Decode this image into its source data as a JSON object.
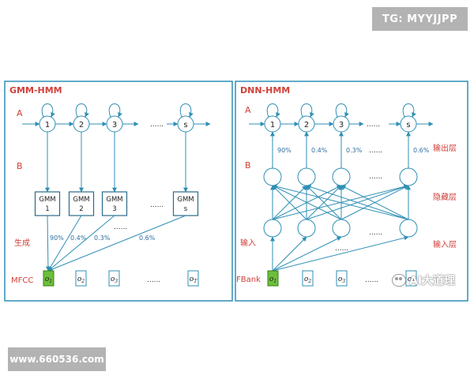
{
  "watermark_top": "TG: MYYJJPP",
  "watermark_bottom": "www.660536.com",
  "watermark_logo_text": "AI大道理",
  "colors": {
    "frame_border": "#2f8fb5",
    "line": "#2f8fb5",
    "red_label": "#d0403a",
    "percent_text": "#2f6f9f",
    "green_fill": "#6cbf3a"
  },
  "gmm": {
    "title": "GMM-HMM",
    "row_a": "A",
    "row_b": "B",
    "row_gen": "生成",
    "row_feat": "MFCC",
    "states": [
      "1",
      "2",
      "3",
      "s"
    ],
    "ellipsis": "......",
    "gmm_boxes": [
      {
        "line1": "GMM",
        "line2": "1"
      },
      {
        "line1": "GMM",
        "line2": "2"
      },
      {
        "line1": "GMM",
        "line2": "3"
      },
      {
        "line1": "GMM",
        "line2": "s"
      }
    ],
    "percents": [
      "90%",
      "0.4%",
      "0.3%",
      "0.6%"
    ],
    "obs": [
      {
        "base": "o",
        "sub": "1"
      },
      {
        "base": "o",
        "sub": "2"
      },
      {
        "base": "o",
        "sub": "3"
      },
      {
        "base": "o",
        "sub": "T"
      }
    ]
  },
  "dnn": {
    "title": "DNN-HMM",
    "row_a": "A",
    "row_b": "B",
    "row_input": "输入",
    "row_feat": "FBank",
    "states": [
      "1",
      "2",
      "3",
      "s"
    ],
    "ellipsis": "......",
    "percents": [
      "90%",
      "0.4%",
      "0.3%",
      "0.6%"
    ],
    "label_output": "输出层",
    "label_hidden": "隐藏层",
    "label_input_layer": "输入层",
    "obs": [
      {
        "base": "o",
        "sub": "1"
      },
      {
        "base": "o",
        "sub": "2"
      },
      {
        "base": "o",
        "sub": "3"
      },
      {
        "base": "o",
        "sub": "T"
      }
    ]
  }
}
